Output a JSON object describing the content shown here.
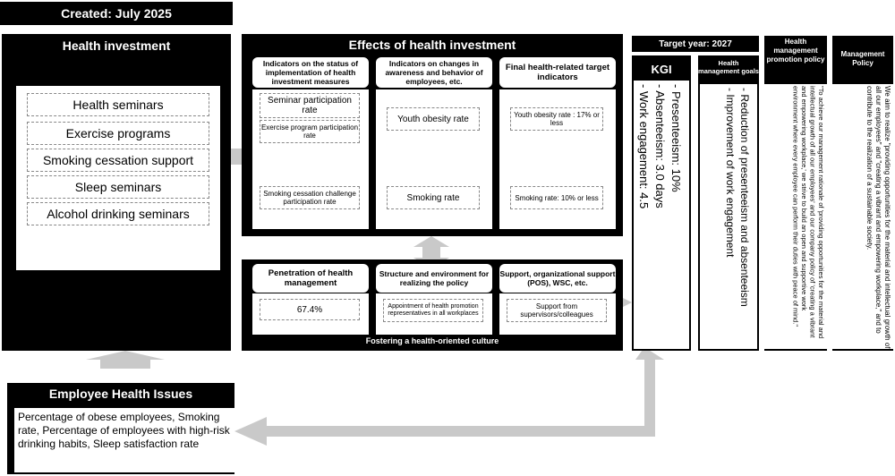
{
  "created": "Created: July 2025",
  "health_investment": {
    "title": "Health investment",
    "items": [
      "Health seminars",
      "Exercise programs",
      "Smoking cessation support",
      "Sleep seminars",
      "Alcohol drinking seminars"
    ]
  },
  "effects": {
    "title": "Effects of health investment",
    "col1": {
      "header": "Indicators on the status of implementation of health investment measures",
      "items": [
        "Seminar participation rate",
        "Exercise program participation rate",
        "Smoking cessation challenge participation rate"
      ]
    },
    "col2": {
      "header": "Indicators on changes in awareness and behavior of employees, etc.",
      "items": [
        "Youth obesity rate",
        "Smoking rate"
      ]
    },
    "col3": {
      "header": "Final health-related target indicators",
      "items": [
        "Youth obesity rate : 17% or less",
        "Smoking rate: 10% or less"
      ]
    }
  },
  "culture": {
    "title": "Fostering a health-oriented culture",
    "col1": {
      "header": "Penetration of health management",
      "value": "67.4%"
    },
    "col2": {
      "header": "Structure and environment for realizing the policy",
      "value": "Appointment of health promotion representatives in all workplaces"
    },
    "col3": {
      "header": "Support, organizational support (POS), WSC, etc.",
      "value": "Support from supervisors/colleagues"
    }
  },
  "target": {
    "year": "Target year: 2027",
    "kgi_title": "KGI",
    "kgi_items": "- Presenteeism: 10%\n- Absenteeism: 3.0 days\n- Work engagement: 4.5"
  },
  "goals": {
    "title": "Health management goals",
    "text": "- Reduction of presenteeism and absenteeism\n- Improvement of work engagement"
  },
  "promotion_policy": {
    "title": "Health management promotion policy",
    "text": "\"To achieve our management rationale of 'providing opportunities for the material and intellectual growth of all our employees' and our company policy of 'creating a vibrant and empowering workplace,' we strive to build an open and supportive work environment where every employee can perform their duties with peace of mind.\""
  },
  "management_policy": {
    "title": "Management Policy",
    "text": "We aim to realize \"providing opportunities for the material and intellectual growth of all our employees\" and \"creating a vibrant and empowering workplace,\" and to contribute to the realization of a sustainable society."
  },
  "issues": {
    "title": "Employee Health Issues",
    "text": "Percentage of obese employees, Smoking rate, Percentage of employees with high-risk drinking habits, Sleep satisfaction rate"
  }
}
